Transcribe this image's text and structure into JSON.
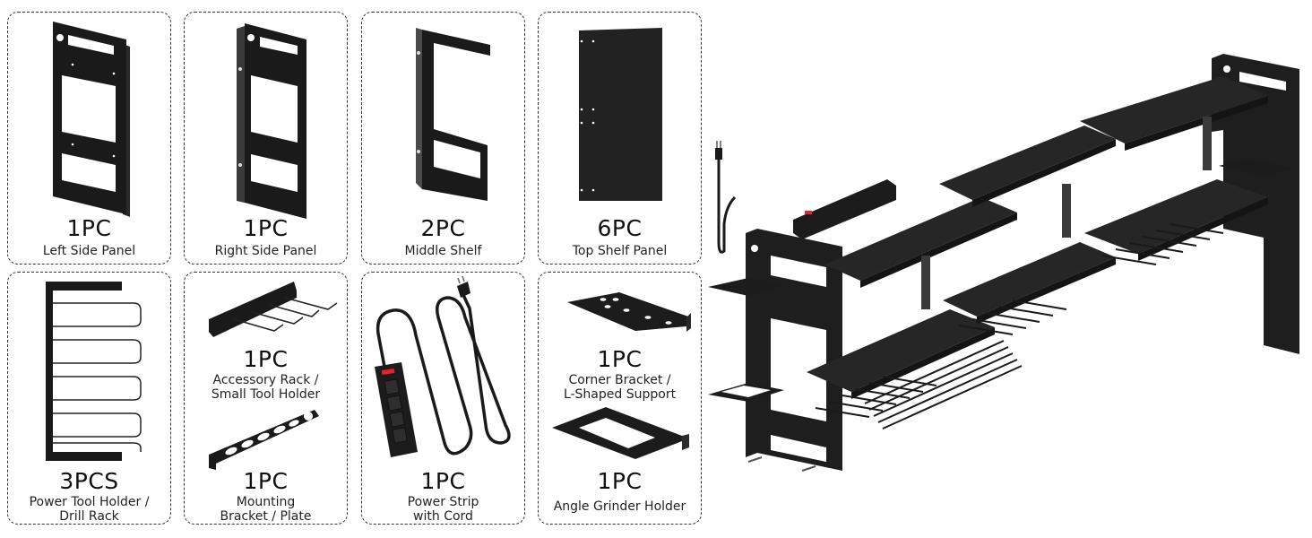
{
  "parts": [
    {
      "id": "left-side-panel",
      "quantity": "1PC",
      "label": "Left Side Panel"
    },
    {
      "id": "right-side-panel",
      "quantity": "1PC",
      "label": "Right Side Panel"
    },
    {
      "id": "middle-shelf",
      "quantity": "2PC",
      "label": "Middle Shelf"
    },
    {
      "id": "top-shelf-panel",
      "quantity": "6PC",
      "label": "Top Shelf Panel"
    },
    {
      "id": "power-tool-holder",
      "quantity": "3PCS",
      "label": "Power Tool Holder /\nDrill Rack"
    },
    {
      "id": "accessory-rack",
      "quantity": "1PC",
      "label": "Accessory Rack /\nSmall Tool Holder"
    },
    {
      "id": "mounting-bracket",
      "quantity": "1PC",
      "label": "Mounting\nBracket / Plate"
    },
    {
      "id": "power-strip",
      "quantity": "1PC",
      "label": "Power Strip\nwith Cord"
    },
    {
      "id": "corner-bracket",
      "quantity": "1PC",
      "label": "Corner Bracket /\nL-Shaped Support"
    },
    {
      "id": "angle-grinder-holder",
      "quantity": "1PC",
      "label": "Angle Grinder Holder"
    }
  ],
  "colors": {
    "metal": "#1c1c1c",
    "metal_highlight": "#3a3a3a",
    "switch_red": "#e8202a",
    "border": "#333333"
  }
}
